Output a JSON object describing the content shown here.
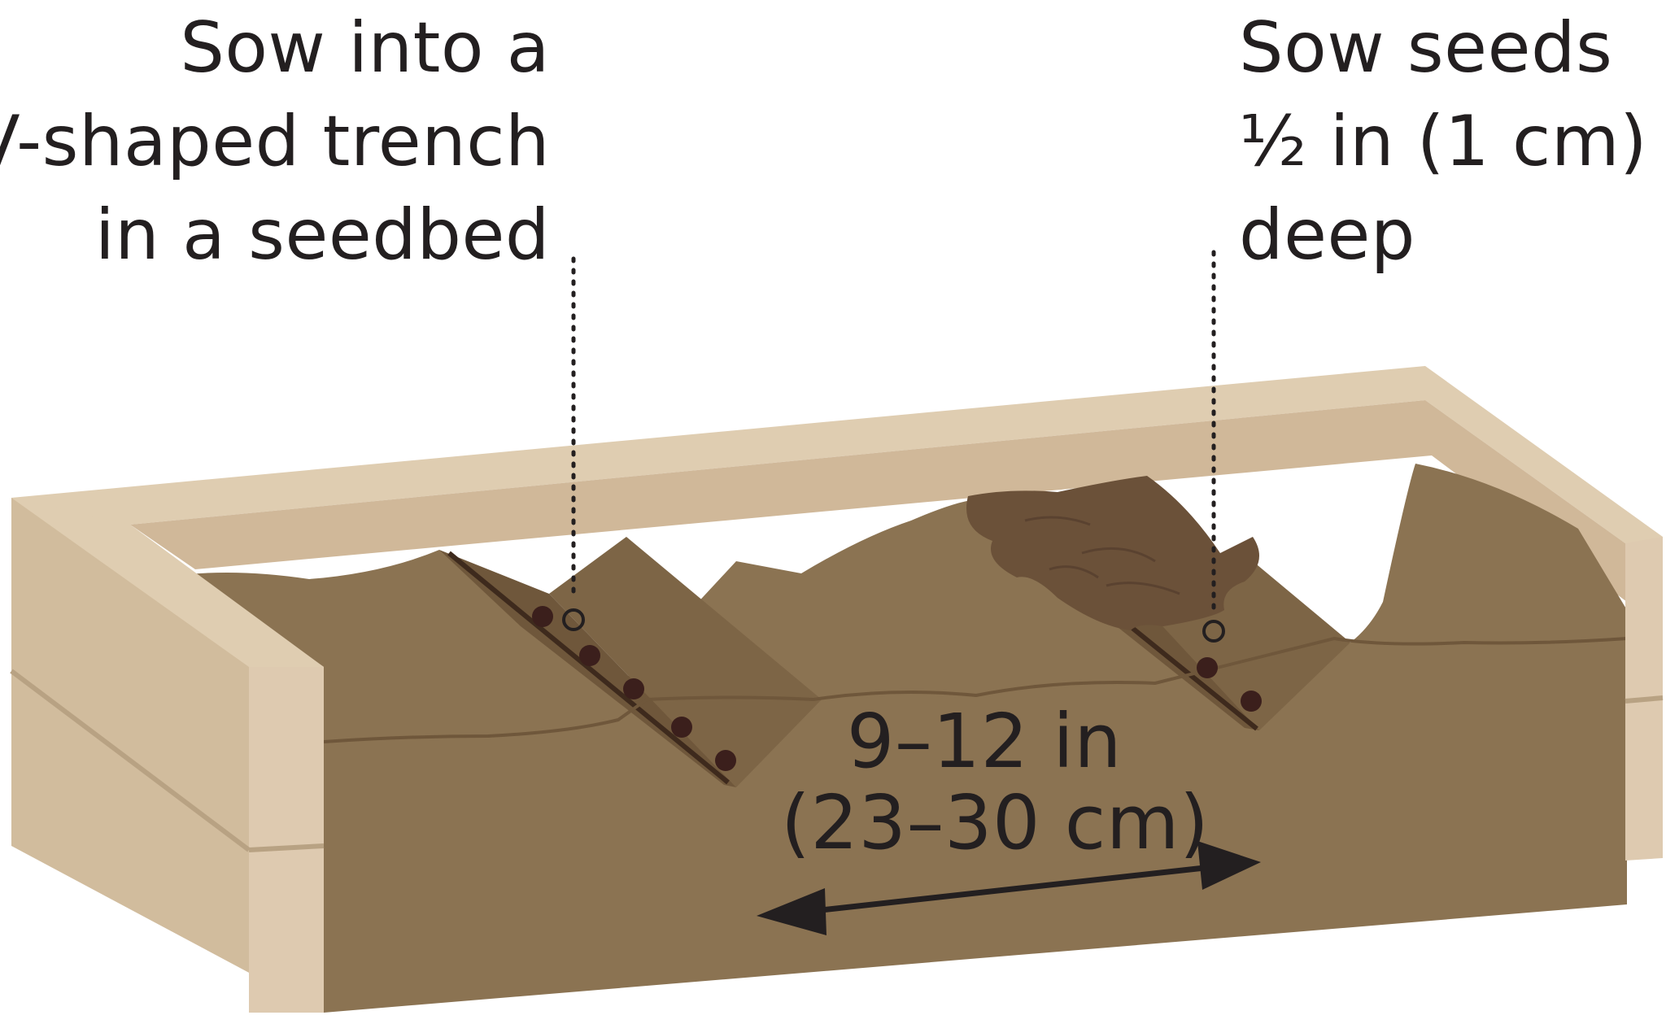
{
  "labels": {
    "left": [
      "Sow into a",
      "V-shaped trench",
      "in a seedbed"
    ],
    "right": [
      "Sow seeds",
      "½ in (1 cm)",
      "deep"
    ],
    "spacing": [
      "9–12 in",
      "(23–30 cm)"
    ]
  },
  "colors": {
    "wood_top": "#dfcdb1",
    "wood_inner": "#d0b899",
    "wood_front": "#d1bc9d",
    "wood_end": "#decab0",
    "soil": "#8b7352",
    "soil_dark": "#7d6546",
    "clod": "#6b5139",
    "seed": "#3b1f1c",
    "text": "#231f20"
  },
  "icons": {
    "seed": "filled-dot-icon",
    "seed_marker": "hollow-circle-icon",
    "arrow": "double-headed-arrow-icon"
  }
}
